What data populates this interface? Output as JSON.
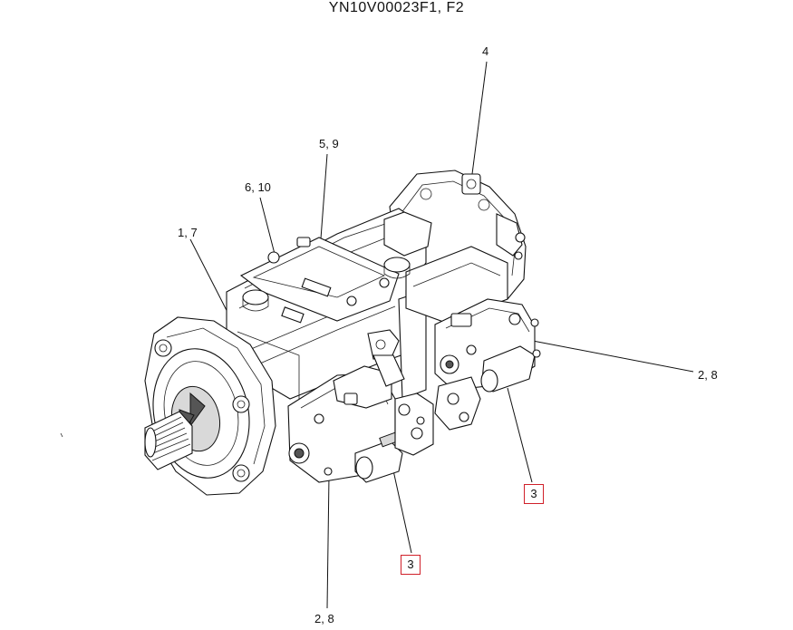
{
  "title": "YN10V00023F1, F2",
  "callouts": [
    {
      "id": "c1",
      "text": "4"
    },
    {
      "id": "c2",
      "text": "5, 9"
    },
    {
      "id": "c3",
      "text": "6, 10"
    },
    {
      "id": "c4",
      "text": "1, 7"
    },
    {
      "id": "c5",
      "text": "2, 8"
    },
    {
      "id": "c6",
      "text": "3"
    },
    {
      "id": "c7",
      "text": "3"
    },
    {
      "id": "c8",
      "text": "2, 8"
    }
  ],
  "colors": {
    "ink": "#111111",
    "box_border": "#d0202a",
    "background": "#ffffff"
  }
}
